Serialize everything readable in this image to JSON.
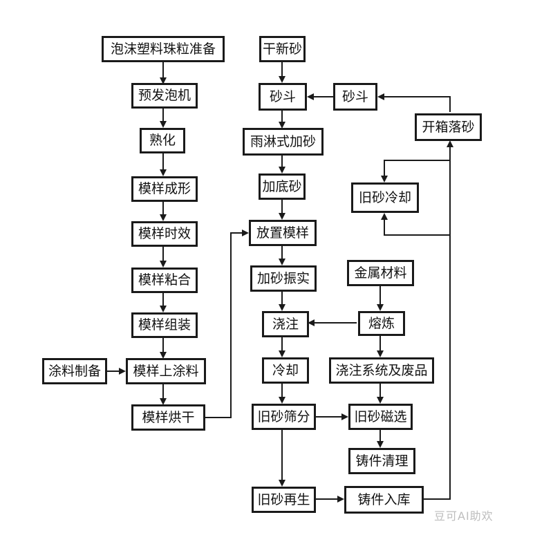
{
  "colors": {
    "line": "#1a1a1a",
    "box_border": "#1a1a1a",
    "text": "#111111",
    "watermark": "#bdbdbd"
  },
  "nodes": {
    "foam_prep": "泡沫塑料珠粒准备",
    "pre_foam": "预发泡机",
    "curing": "熟化",
    "pattern_form": "模样成形",
    "pattern_age": "模样时效",
    "pattern_bond": "模样粘合",
    "pattern_assemble": "模样组装",
    "coating_prep": "涂料制备",
    "pattern_coat": "模样上涂料",
    "pattern_dry": "模样烘干",
    "dry_sand": "干新砂",
    "hopper": "砂斗",
    "hopper2": "砂斗",
    "open_box": "开箱落砂",
    "rain_sand": "雨淋式加砂",
    "bottom_sand": "加底砂",
    "old_cool": "旧砂冷却",
    "place_pattern": "放置模样",
    "sand_vibrate": "加砂振实",
    "metal": "金属材料",
    "pour": "浇注",
    "melt": "熔炼",
    "cool": "冷却",
    "gating_waste": "浇注系统及废品",
    "old_screen": "旧砂筛分",
    "magnetic": "旧砂磁选",
    "cleaning": "铸件清理",
    "regen": "旧砂再生",
    "storage": "铸件入库"
  },
  "watermark": "豆可AI助欢"
}
